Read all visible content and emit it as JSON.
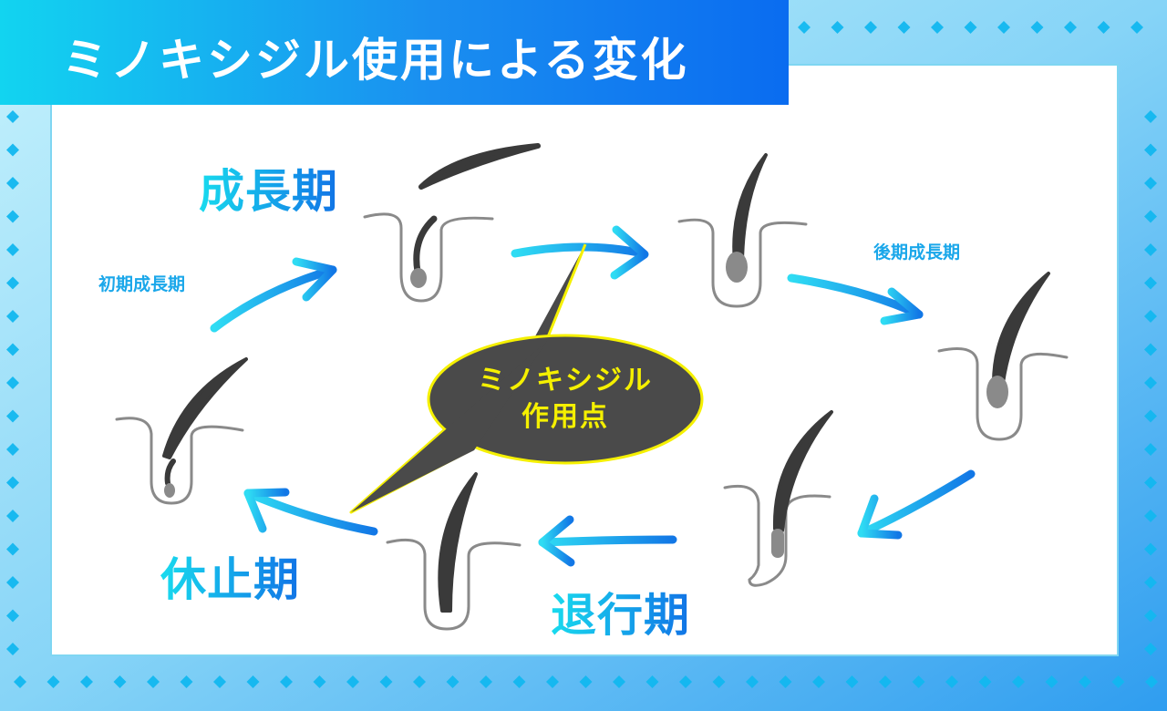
{
  "title": "ミノキシジル使用による変化",
  "phases": {
    "growth": "成長期",
    "early_growth": "初期成長期",
    "late_growth": "後期成長期",
    "regression": "退行期",
    "rest": "休止期"
  },
  "callout": {
    "line1": "ミノキシジル",
    "line2": "作用点"
  },
  "colors": {
    "accent_cyan": "#12d4f0",
    "accent_blue": "#0a6cf0",
    "callout_fill": "#4a4a4a",
    "callout_text": "#f5f000",
    "hair": "#333333",
    "follicle_line": "#888888"
  }
}
